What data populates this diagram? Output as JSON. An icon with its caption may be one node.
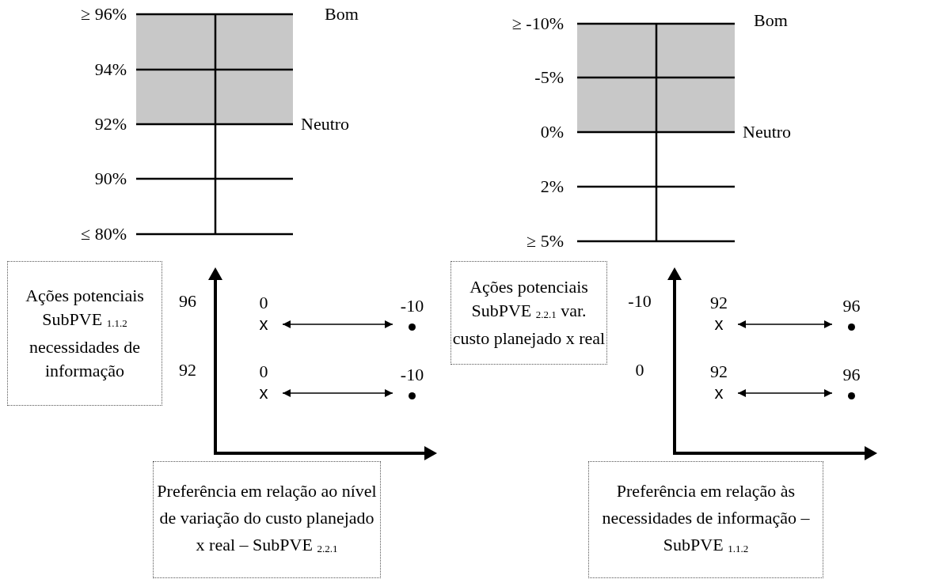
{
  "diagram": {
    "nodes": [
      {
        "text": [
          "Ações potenciais SubPVE $_{1.1.2}$ necessidades de informação"
        ]
      },
      {
        "text": [
          "x"
        ],
        "beside": [
          "0"
        ]
      },
      {
        "text": [],
        "shape": "circle",
        "beside": [
          "-10"
        ]
      },
      {
        "text": [
          "x"
        ],
        "beside": [
          "0"
        ]
      },
      {
        "text": [],
        "shape": "circle",
        "beside": [
          "-10"
        ]
      },
      {
        "text": [
          "Preferência em relação ao nível de variação do custo planejado x real – SubPVE $_{2.2.1}$"
        ]
      },
      {
        "text": [
          "Ações potenciais SubPVE $_{2.2.1}$ var. custo planejado x real"
        ]
      },
      {
        "text": [
          "x"
        ],
        "beside": [
          "92"
        ]
      },
      {
        "text": [],
        "shape": "circle",
        "beside": [
          "96"
        ]
      },
      {
        "text": [
          "x"
        ],
        "beside": [
          "92"
        ]
      },
      {
        "text": [],
        "shape": "circle",
        "beside": [
          "96"
        ]
      },
      {
        "text": [
          "Preferência em relação às necessidades de informação – SubPVE $_{1.1.2}$"
        ]
      }
    ],
    "edges": [
      {
        "from": 1,
        "to": 2,
        "arrow": "both"
      },
      {
        "from": 3,
        "to": 4,
        "arrow": "both"
      },
      {
        "from": 7,
        "to": 8,
        "arrow": "both"
      },
      {
        "from": 9,
        "to": 10,
        "arrow": "both"
      }
    ],
    "labels": [
      "≥ 96%",
      "Bom",
      "94%",
      "92%",
      "Neutro",
      "90%",
      "≤ 80%",
      "≥ -10%",
      "Bom",
      "-5%",
      "0%",
      "Neutro",
      "2%",
      "≥ 5%",
      "96",
      "92",
      "-10",
      "0"
    ]
  }
}
